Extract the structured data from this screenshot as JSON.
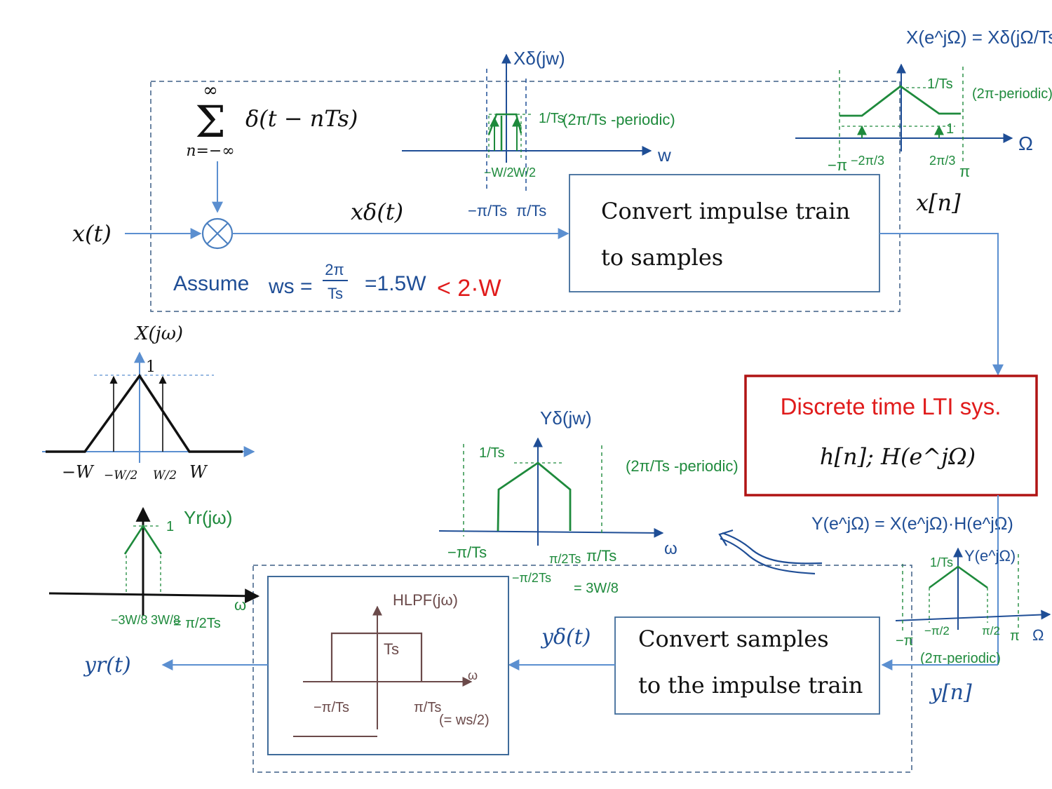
{
  "sampler": {
    "sum_upper": "∞",
    "sum_symbol": "Σ",
    "sum_lower": "n=−∞",
    "sum_term": "δ(t − nTs)",
    "input_label": "x(t)",
    "impulse_train_label": "xδ(t)",
    "assumption_prefix": "Assume",
    "assumption_ws": "ws =",
    "assumption_2pi": "2π",
    "assumption_ts": "Ts",
    "assumption_value": "=1.5W",
    "assumption_highlight": "< 2·W"
  },
  "convert_to_samples": {
    "line1": "Convert impulse train",
    "line2": "to samples"
  },
  "x_delta_spectrum": {
    "title": "Xδ(jw)",
    "axis": "w",
    "peak": "1/Ts",
    "period_note": "(2π/Ts -periodic)",
    "tick_neg_w2": "−W/2",
    "tick_pos_w2": "W/2",
    "tick_neg_pi": "−π/Ts",
    "tick_pos_pi": "π/Ts"
  },
  "x_dt_spectrum": {
    "title": "X(e^jΩ) = Xδ(jΩ/Ts)",
    "axis": "Ω",
    "peak": "1/Ts",
    "level": "1",
    "period_note": "(2π-periodic)",
    "tick_neg_pi": "−π",
    "tick_neg_2pi3": "−2π/3",
    "tick_pos_2pi3": "2π/3",
    "tick_pos_pi": "π",
    "sequence_label": "x[n]"
  },
  "input_spectrum": {
    "title": "X(jω)",
    "peak": "1",
    "tick_neg_w": "−W",
    "tick_neg_w2": "−W/2",
    "tick_pos_w2": "W/2",
    "tick_pos_w": "W"
  },
  "lti_system": {
    "title": "Discrete time LTI  sys.",
    "formula": "h[n];   H(e^jΩ)"
  },
  "y_dt_spectrum": {
    "equation": "Y(e^jΩ) = X(e^jΩ)·H(e^jΩ)",
    "title": "Y(e^jΩ)",
    "peak": "1/Ts",
    "period_note": "(2π-periodic)",
    "tick_neg_pi": "−π",
    "tick_neg_pi2": "−π/2",
    "tick_pos_pi2": "π/2",
    "tick_pos_pi": "π",
    "axis": "Ω",
    "sequence_label": "y[n]"
  },
  "y_delta_spectrum": {
    "title": "Yδ(jw)",
    "peak": "1/Ts",
    "period_note": "(2π/Ts -periodic)",
    "axis": "ω",
    "tick_neg_pi": "−π/Ts",
    "tick_pos_pi": "π/Ts",
    "tick_neg_pi2": "−π/2Ts",
    "tick_pos_pi2": "π/2Ts",
    "equiv_note": "= 3W/8"
  },
  "convert_to_impulses": {
    "line1": "Convert samples",
    "line2": "to the impulse train",
    "signal_label": "yδ(t)"
  },
  "lpf": {
    "title": "HLPF(jω)",
    "gain": "Ts",
    "axis": "ω",
    "tick_neg": "−π/Ts",
    "tick_pos": "π/Ts",
    "tick_note": "(= ws/2)"
  },
  "output_spectrum": {
    "title": "Yr(jω)",
    "peak": "1",
    "axis": "ω",
    "tick_neg": "−3W/8",
    "tick_pos": "3W/8",
    "tick_equiv": "= π/2Ts",
    "output_label": "yr(t)"
  }
}
